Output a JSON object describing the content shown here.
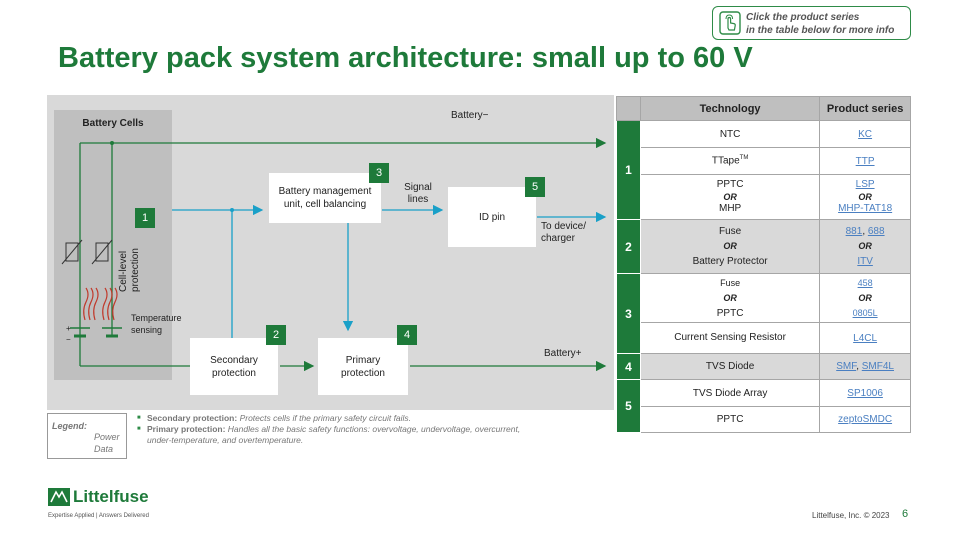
{
  "title": "Battery pack system architecture: small up to 60 V",
  "hint": {
    "line1": "Click the product series",
    "line2": "in the table below for more info"
  },
  "diagram": {
    "battery_cells": "Battery Cells",
    "battery_minus": "Battery−",
    "battery_plus": "Battery+",
    "cell_level_protection": "Cell-level protection",
    "temperature_sensing": "Temperature sensing",
    "bms": "Battery management unit, cell balancing",
    "signal_lines": "Signal lines",
    "id_pin": "ID pin",
    "to_device": "To device/ charger",
    "secondary": "Secondary protection",
    "primary": "Primary protection",
    "badges": [
      "1",
      "2",
      "3",
      "4",
      "5"
    ],
    "plus_sign": "+",
    "minus_sign": "−",
    "colors": {
      "power": "#1e7a3a",
      "data": "#1aa0c8"
    }
  },
  "table": {
    "headers": [
      "Technology",
      "Product series"
    ],
    "groups": [
      {
        "num": "1",
        "rows": [
          {
            "tech": "NTC",
            "series": "KC"
          },
          {
            "tech": "TTape",
            "tech_sup": "TM",
            "series": "TTP"
          },
          {
            "tech": "PPTC",
            "tech_or": "OR",
            "tech2": "MHP",
            "series": "LSP",
            "series_or": "OR",
            "series2": "MHP-TAT18"
          }
        ]
      },
      {
        "num": "2",
        "rows": [
          {
            "tech": "Fuse",
            "tech_or": "OR",
            "tech2": "Battery Protector",
            "series_a": "881",
            "series_sep": ", ",
            "series_b": "688",
            "series_or": "OR",
            "series2": "ITV"
          }
        ]
      },
      {
        "num": "3",
        "rows": [
          {
            "tech": "Fuse",
            "tech_or": "OR",
            "tech2": "PPTC",
            "series": "458",
            "series_or": "OR",
            "series2": "0805L"
          },
          {
            "tech": "Current Sensing Resistor",
            "series": "L4CL"
          }
        ]
      },
      {
        "num": "4",
        "rows": [
          {
            "tech": "TVS Diode",
            "series_a": "SMF",
            "series_sep": ", ",
            "series_b": "SMF4L"
          }
        ]
      },
      {
        "num": "5",
        "rows": [
          {
            "tech": "TVS Diode Array",
            "series": "SP1006"
          },
          {
            "tech": "PPTC",
            "series": "zeptoSMDC"
          }
        ]
      }
    ]
  },
  "legend": {
    "title": "Legend:",
    "power": "Power",
    "data": "Data"
  },
  "notes": [
    {
      "bold": "Secondary protection:",
      "text": " Protects cells if the primary safety circuit fails."
    },
    {
      "bold": "Primary protection:",
      "text": " Handles all the basic safety functions: overvoltage, undervoltage, overcurrent, under-temperature, and overtemperature."
    }
  ],
  "footer": {
    "copyright": "Littelfuse, Inc. © 2023",
    "page": "6",
    "logo_name": "Littelfuse",
    "tagline": "Expertise Applied | Answers Delivered"
  }
}
